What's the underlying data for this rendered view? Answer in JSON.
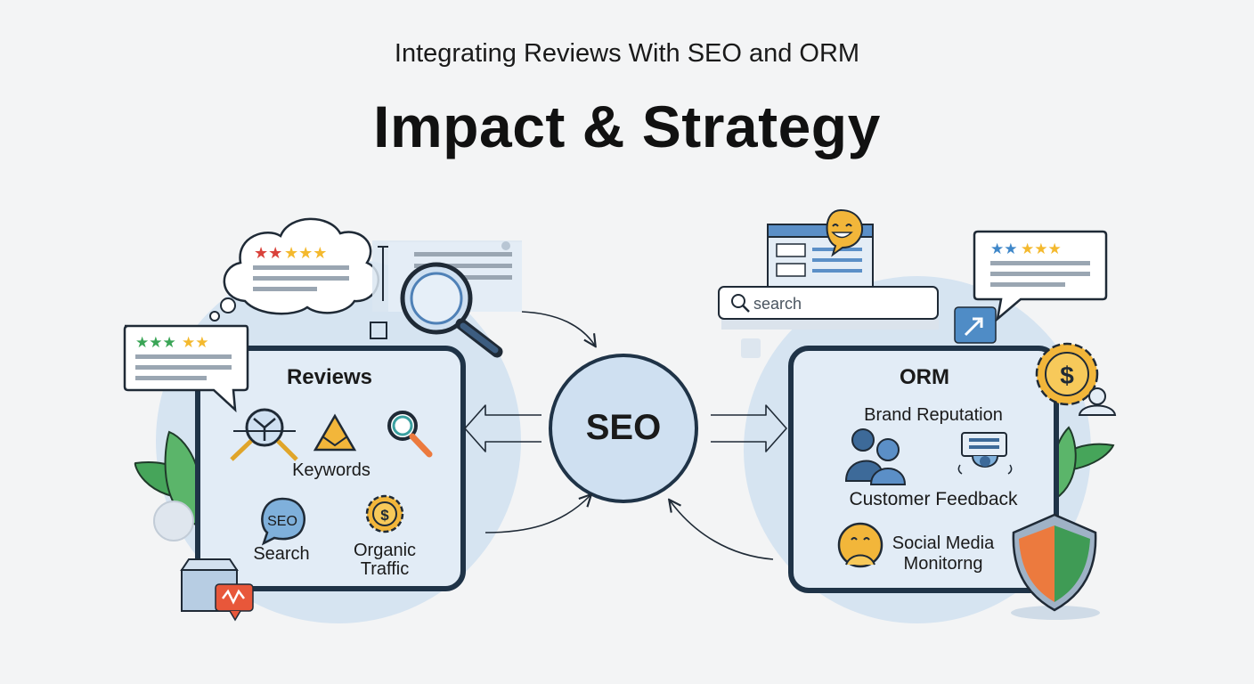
{
  "header": {
    "subtitle": "Integrating Reviews With SEO and ORM",
    "title": "Impact & Strategy"
  },
  "center": {
    "label": "SEO"
  },
  "reviews_panel": {
    "title": "Reviews",
    "items": [
      "Keywords",
      "Search",
      "Organic\nTraffic"
    ],
    "seo_badge": "SEO"
  },
  "orm_panel": {
    "title": "ORM",
    "items": [
      "Brand Reputation",
      "Customer Feedback",
      "Social Media\nMonitorng"
    ]
  },
  "search_box": {
    "placeholder": "search"
  },
  "colors": {
    "panel_fill": "#e2ecf6",
    "panel_stroke": "#1f3347",
    "accent_blue": "#5b8fc7",
    "circle_fill": "#cfe0f1",
    "star_red": "#d9423b",
    "star_yellow": "#f4b92e",
    "star_green": "#3aa556",
    "star_blue": "#3f87c9",
    "shield_orange": "#ec7a3e",
    "shield_green": "#3f9b55",
    "leaf_green": "#46a55a",
    "gold": "#f2b63a"
  },
  "icons": [
    "thought-cloud-icon",
    "review-stars-icon",
    "magnifier-icon",
    "browser-window-icon",
    "smiley-chat-icon",
    "dollar-gear-icon",
    "user-icon",
    "users-icon",
    "feedback-icon",
    "social-media-icon",
    "shield-icon",
    "leaf-icon",
    "target-icon",
    "triangle-icon",
    "seo-bubble-icon",
    "inbox-icon",
    "share-icon"
  ]
}
